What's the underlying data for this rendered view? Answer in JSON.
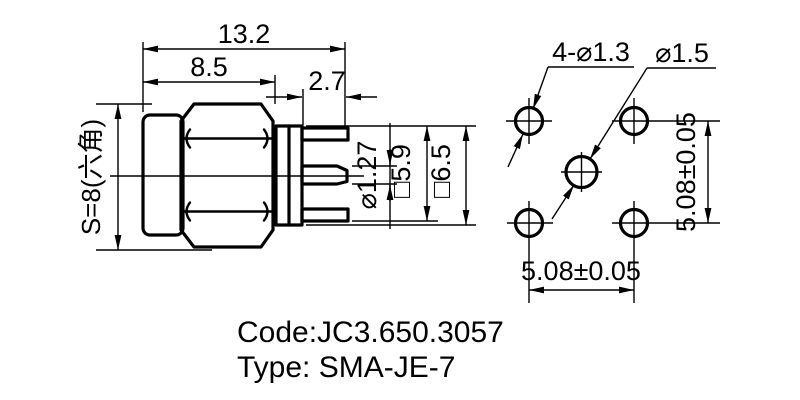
{
  "side_view": {
    "dim_total_width": "13.2",
    "dim_nut_width": "8.5",
    "dim_tail_length": "2.7",
    "dim_hex_size": "S=8(六角)",
    "dim_pin_diameter": "⌀1.27",
    "dim_legs_square": "□5.9",
    "dim_flange_square": "□6.5"
  },
  "footprint_view": {
    "label_corner_holes": "4-⌀1.3",
    "label_center_hole": "⌀1.5",
    "dim_horizontal_pitch": "5.08±0.05",
    "dim_vertical_pitch": "5.08±0.05"
  },
  "footer": {
    "code_line": "Code:JC3.650.3057",
    "type_line": "Type: SMA-JE-7"
  },
  "colors": {
    "line": "#000000",
    "background": "#ffffff"
  }
}
